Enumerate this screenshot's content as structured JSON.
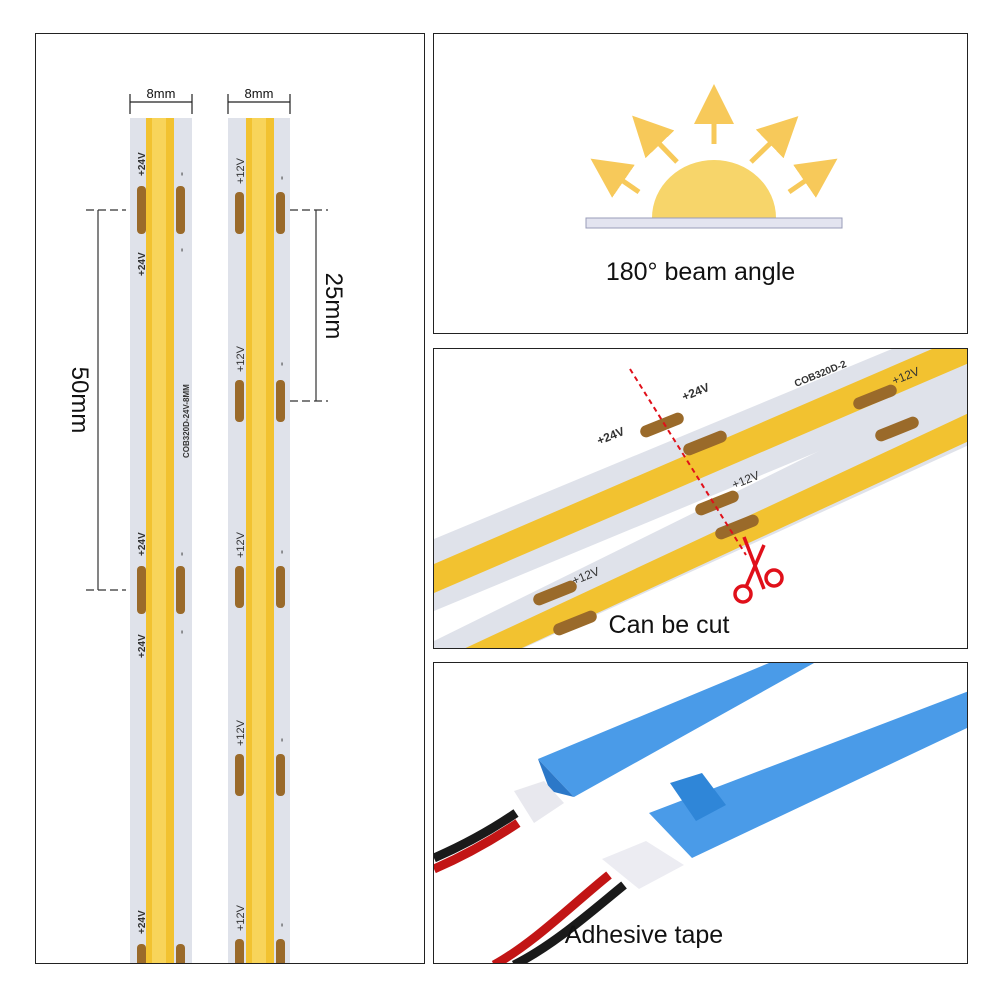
{
  "left_panel": {
    "strip1_width_label": "8mm",
    "strip2_width_label": "8mm",
    "cut_interval_24v": "50mm",
    "cut_interval_12v": "25mm",
    "strip1_polarity_pos": "+24V",
    "strip1_polarity_neg": "-",
    "strip2_polarity_pos": "+12V",
    "strip2_polarity_neg": "-",
    "strip1_model_print": "COB320D-24V-8MM"
  },
  "beam_panel": {
    "caption": "180° beam angle"
  },
  "cut_panel": {
    "caption": "Can be cut",
    "strip_model_print": "COB320D-2",
    "upper_strip_pos": "+24V",
    "lower_strip_pos": "+12V",
    "neg": "-"
  },
  "tape_panel": {
    "caption": "Adhesive tape"
  },
  "colors": {
    "led_yellow": "#f2c230",
    "strip_base": "#dfe2ea",
    "copper_pad": "#9a6a2a",
    "tape_blue": "#3d8fe0",
    "scissors_red": "#e0101a",
    "sun_yellow": "#f7d56a"
  }
}
